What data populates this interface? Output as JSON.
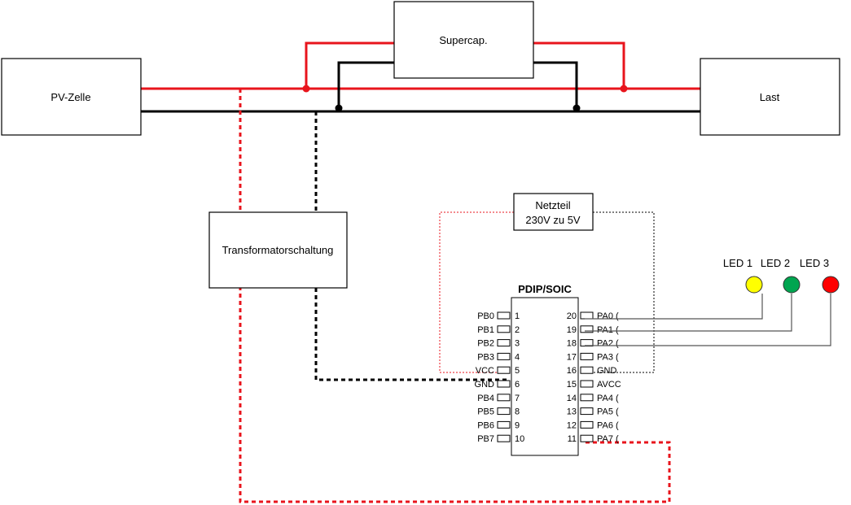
{
  "colors": {
    "positive": "#e8141c",
    "negative": "#000000",
    "led1": "#ffff00",
    "led2": "#00a550",
    "led3": "#ff0000"
  },
  "blocks": {
    "pv": "PV-Zelle",
    "supercap": "Supercap.",
    "load": "Last",
    "transformer": "Transformatorschaltung",
    "psu_line1": "Netzteil",
    "psu_line2": "230V zu 5V"
  },
  "mcu": {
    "title": "PDIP/SOIC",
    "left_pins": [
      {
        "name": "PB0",
        "num": "1"
      },
      {
        "name": "PB1",
        "num": "2"
      },
      {
        "name": "PB2",
        "num": "3"
      },
      {
        "name": "PB3",
        "num": "4"
      },
      {
        "name": "VCC",
        "num": "5"
      },
      {
        "name": "GND",
        "num": "6"
      },
      {
        "name": "PB4",
        "num": "7"
      },
      {
        "name": "PB5",
        "num": "8"
      },
      {
        "name": "PB6",
        "num": "9"
      },
      {
        "name": "PB7",
        "num": "10"
      }
    ],
    "right_pins": [
      {
        "name": "PA0 (",
        "num": "20"
      },
      {
        "name": "PA1 (",
        "num": "19"
      },
      {
        "name": "PA2 (",
        "num": "18"
      },
      {
        "name": "PA3 (",
        "num": "17"
      },
      {
        "name": "GND",
        "num": "16"
      },
      {
        "name": "AVCC",
        "num": "15"
      },
      {
        "name": "PA4 (",
        "num": "14"
      },
      {
        "name": "PA5 (",
        "num": "13"
      },
      {
        "name": "PA6 (",
        "num": "12"
      },
      {
        "name": "PA7 (",
        "num": "11"
      }
    ]
  },
  "leds": [
    {
      "label": "LED 1",
      "color": "#ffff00"
    },
    {
      "label": "LED 2",
      "color": "#00a550"
    },
    {
      "label": "LED 3",
      "color": "#ff0000"
    }
  ]
}
